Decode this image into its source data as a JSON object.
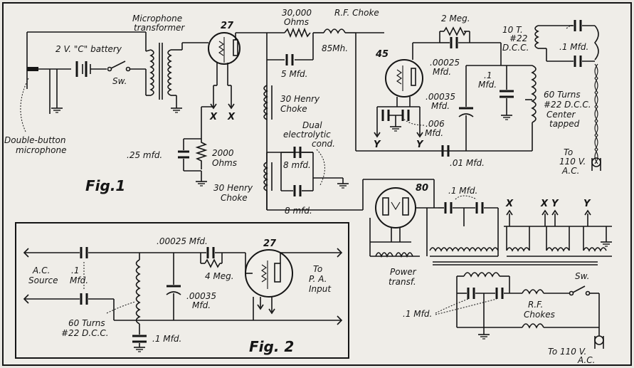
{
  "fig1": {
    "title": "Fig.1",
    "mic_transformer_label": [
      "Microphone",
      "transformer"
    ],
    "c_battery_label": "2 V. \"C\" battery",
    "switch_label": "Sw.",
    "microphone_label": [
      "Double-button",
      "microphone"
    ],
    "tube_27_label": "27",
    "tube_45_label": "45",
    "tube_80_label": "80",
    "resistor_30000_label": [
      "30,000",
      "Ohms"
    ],
    "rf_choke_label": "R.F. Choke",
    "rf_choke_value": "85Mh.",
    "cap_5mfd_label": "5 Mfd.",
    "choke_30h_label": [
      "30 Henry",
      "Choke"
    ],
    "choke_30h_2_label": [
      "30 Henry",
      "Choke"
    ],
    "cap_025_label": ".25 mfd.",
    "res_2000_label": [
      "2000",
      "Ohms"
    ],
    "dual_electrolytic_label": [
      "Dual",
      "electrolytic",
      "cond."
    ],
    "cap_8mfd_top": "8 mfd.",
    "cap_8mfd_bottom": "8 mfd.",
    "res_2meg_label": "2 Meg.",
    "cap_00025_label": [
      ".00025",
      "Mfd."
    ],
    "cap_00035_label": [
      ".00035",
      "Mfd."
    ],
    "cap_1mfd_tank_label": [
      ".1",
      "Mfd."
    ],
    "cap_006_label": [
      ".006",
      "Mfd."
    ],
    "cap_01_label": ".01 Mfd.",
    "coil_10t_label": [
      "10 T.",
      "#22",
      "D.C.C."
    ],
    "cap_1mfd_line_label": ".1 Mfd.",
    "coil_60t_label": [
      "60 Turns",
      "#22 D.C.C.",
      "Center",
      "tapped"
    ],
    "to_110v_label": [
      "To",
      "110 V.",
      "A.C."
    ],
    "cap_80_1mfd_label": ".1 Mfd.",
    "x_label": "X",
    "y_label": "Y",
    "power_transf_label": [
      "Power",
      "transf."
    ],
    "cap_1mfd_power_label": ".1 Mfd.",
    "rf_chokes_label": [
      "R.F.",
      "Chokes"
    ],
    "sw2_label": "Sw.",
    "to_110v_2_label": [
      "To 110 V.",
      "A.C."
    ]
  },
  "fig2": {
    "title": "Fig. 2",
    "cap_00025_label": ".00025 Mfd.",
    "tube_27_label": "27",
    "ac_source_label": [
      "A.C.",
      "Source"
    ],
    "cap_1mfd_label": [
      ".1",
      "Mfd."
    ],
    "res_4meg_label": "4 Meg.",
    "cap_00035_label": [
      ".00035",
      "Mfd."
    ],
    "to_pa_label": [
      "To",
      "P. A.",
      "Input"
    ],
    "coil_60t_label": [
      "60 Turns",
      "#22 D.C.C."
    ],
    "cap_1mfd_bottom_label": ".1 Mfd."
  }
}
